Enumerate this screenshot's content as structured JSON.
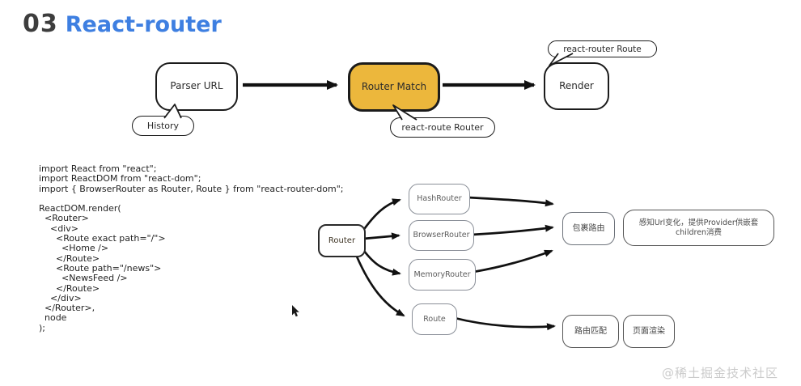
{
  "title": {
    "number": "03",
    "name": "React-router"
  },
  "flowchart": {
    "nodes": {
      "parser": "Parser URL",
      "match": "Router Match",
      "render": "Render"
    },
    "callouts": {
      "history": "History",
      "route_router": "react-route Router",
      "router_route": "react-router Route"
    }
  },
  "code": {
    "lines": [
      "import React from \"react\";",
      "import ReactDOM from \"react-dom\";",
      "import { BrowserRouter as Router, Route } from \"react-router-dom\";",
      "",
      "ReactDOM.render(",
      "  <Router>",
      "    <div>",
      "      <Route exact path=\"/\">",
      "        <Home />",
      "      </Route>",
      "      <Route path=\"/news\">",
      "        <NewsFeed />",
      "      </Route>",
      "    </div>",
      "  </Router>,",
      "  node",
      ");"
    ]
  },
  "diagram": {
    "root": "Router",
    "routers": [
      "HashRouter",
      "BrowserRouter",
      "MemoryRouter"
    ],
    "route": "Route",
    "wrap_label": "包裹路由",
    "provider_note": "感知Url变化，提供Provider供嵌套children消费",
    "route_match": "路由匹配",
    "page_render": "页面渲染"
  },
  "watermark": "@稀土掘金技术社区",
  "colors": {
    "accent": "#ecb73c",
    "title_blue": "#3e7fe1"
  }
}
